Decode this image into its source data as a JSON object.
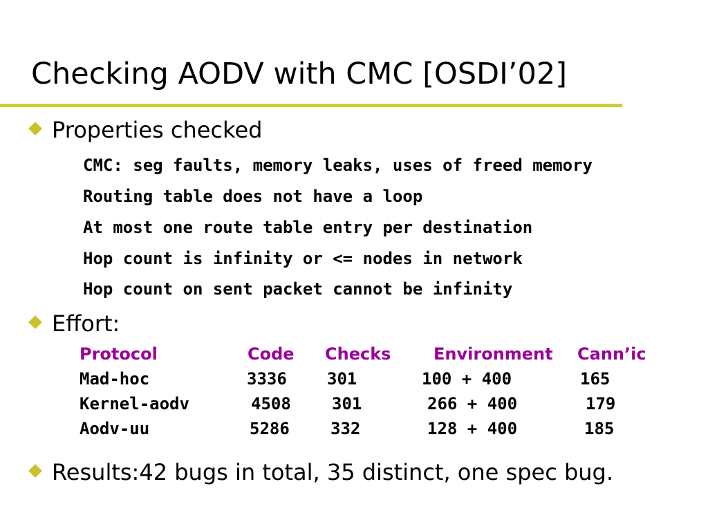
{
  "title": "Checking AODV with CMC [OSDI’02]",
  "colors": {
    "rule": "#cccc33",
    "bullet": "#c9c22a",
    "table_header": "#990099"
  },
  "icons": {
    "bullet": "diamond-bullet-icon"
  },
  "sections": {
    "properties": {
      "heading": "Properties checked",
      "items": [
        "CMC: seg faults, memory leaks, uses of freed memory",
        "Routing table does not have a loop",
        "At most one route table entry per destination",
        "Hop count is infinity or <= nodes in network",
        "Hop count on sent packet cannot be infinity"
      ]
    },
    "effort": {
      "heading": "Effort:",
      "table": {
        "headers": [
          "Protocol",
          "Code",
          "Checks",
          "Environment",
          "Cann’ic"
        ],
        "rows": [
          [
            "Mad-hoc",
            "3336",
            "301",
            "100 + 400",
            "165"
          ],
          [
            "Kernel-aodv",
            "4508",
            "301",
            "266 + 400",
            "179"
          ],
          [
            "Aodv-uu",
            "5286",
            "332",
            "128 + 400",
            "185"
          ]
        ]
      }
    },
    "results": {
      "text": "Results:42 bugs in total, 35 distinct, one spec bug."
    }
  }
}
